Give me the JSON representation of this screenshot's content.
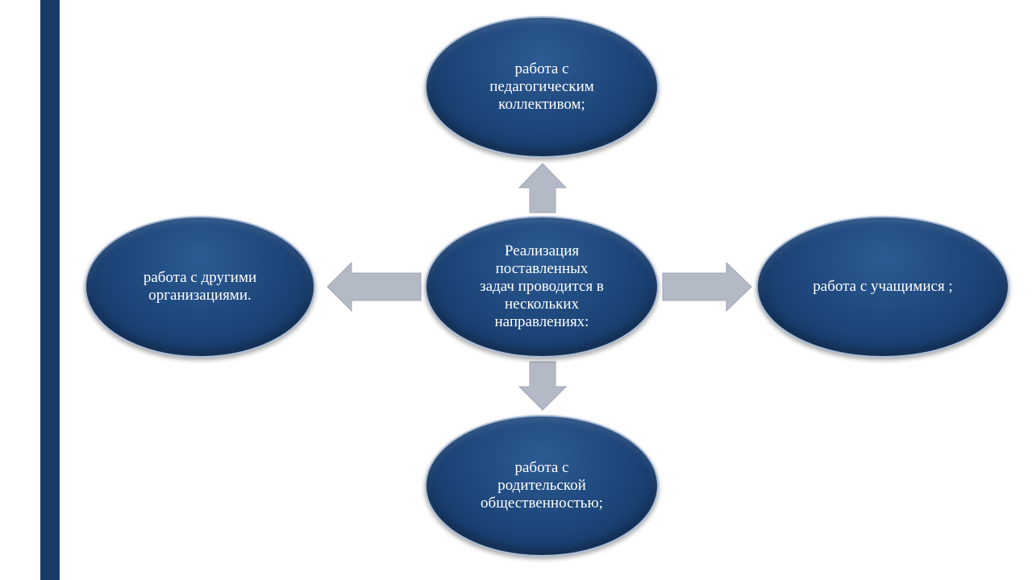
{
  "diagram": {
    "center": {
      "label": "Реализация\nпоставленных\nзадач проводится в\nнескольких\nнаправлениях:"
    },
    "top": {
      "label": "работа с\nпедагогическим\nколлективом;"
    },
    "right": {
      "label": "работа с учащимися ;"
    },
    "bottom": {
      "label": "работа с\nродительской\nобщественностью;"
    },
    "left": {
      "label": "работа с другими\nорганизациями."
    }
  },
  "colors": {
    "sidebar": "#1a3b6a",
    "node_fill": "#1c4478",
    "node_border": "#a9bcd6",
    "arrow_fill": "#b4b9c6"
  }
}
